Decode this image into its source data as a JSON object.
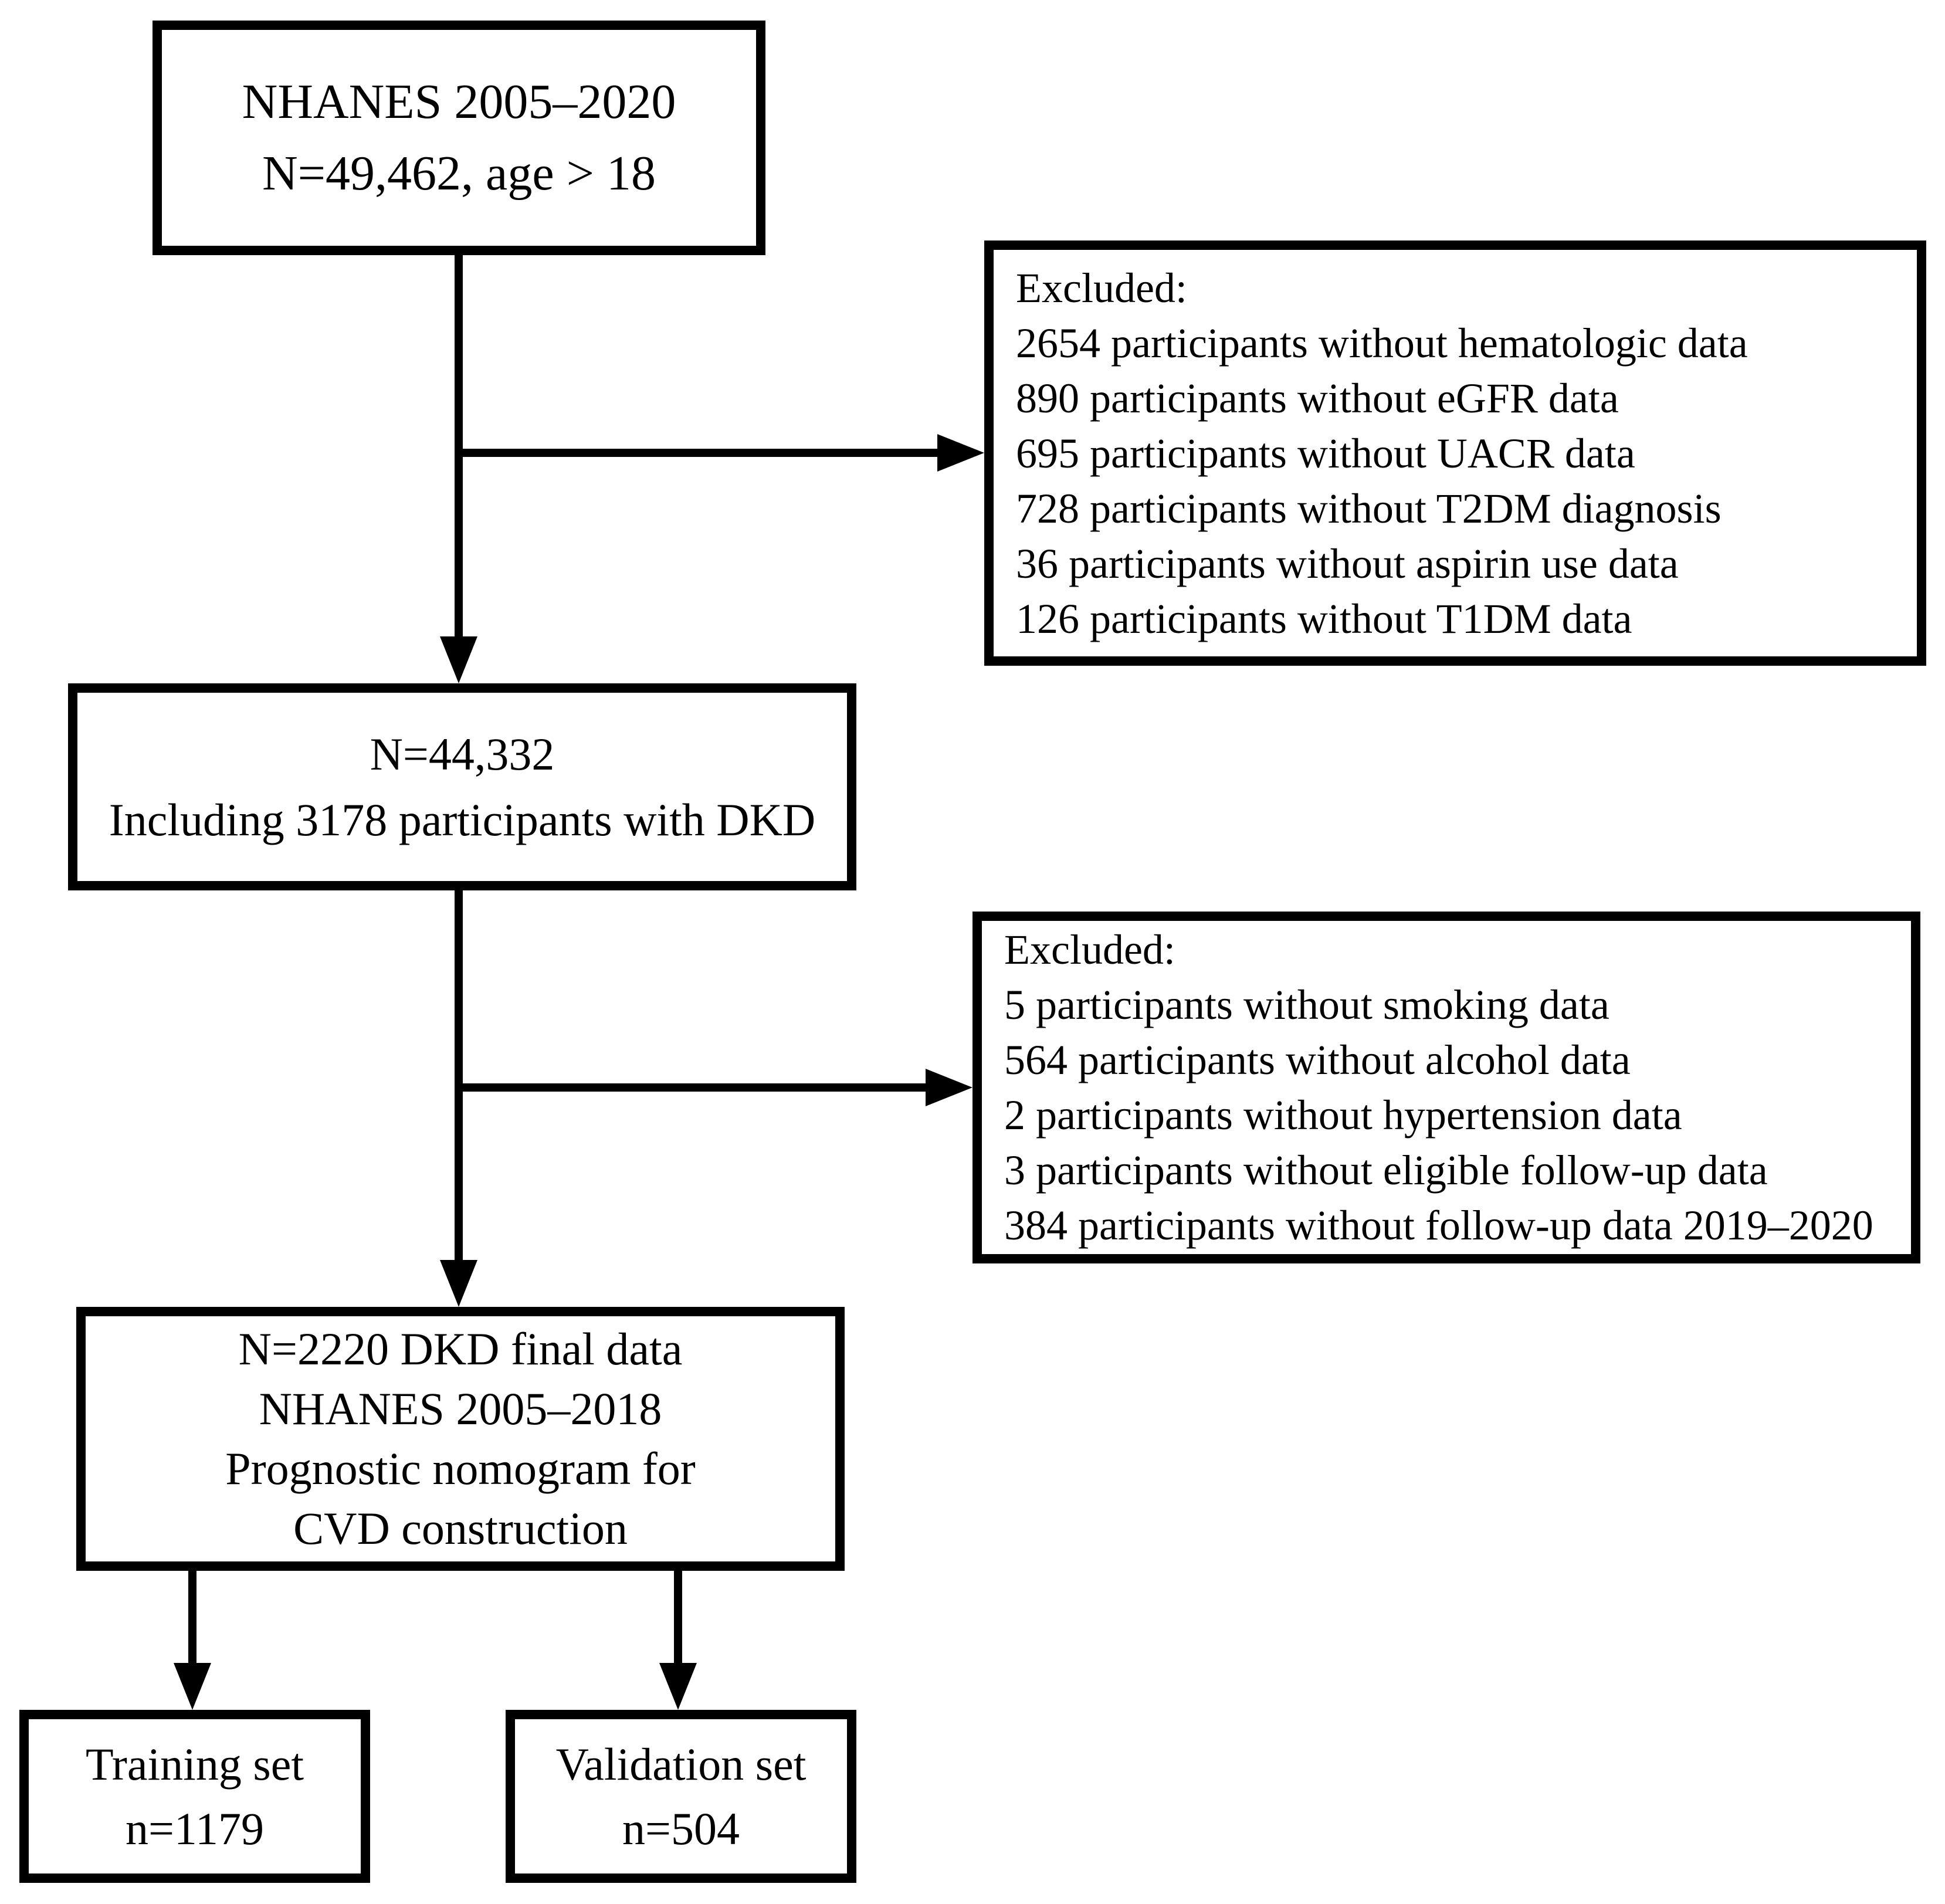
{
  "colors": {
    "background": "#ffffff",
    "line": "#000000",
    "text": "#000000"
  },
  "boxes": {
    "top": {
      "lines": [
        "NHANES 2005–2020",
        "N=49,462, age > 18"
      ]
    },
    "excluded1": {
      "title": "Excluded:",
      "items": [
        "2654 participants without hematologic data",
        "890 participants without eGFR data",
        "695 participants without UACR data",
        "728 participants without T2DM diagnosis",
        "36 participants without aspirin use data",
        "126 participants without T1DM data"
      ]
    },
    "cohort": {
      "lines": [
        "N=44,332",
        "Including 3178 participants with DKD"
      ]
    },
    "excluded2": {
      "title": "Excluded:",
      "items": [
        "5 participants without smoking data",
        "564 participants without alcohol data",
        "2 participants without hypertension data",
        "3 participants without eligible follow-up data",
        "384 participants without follow-up data 2019–2020"
      ]
    },
    "final": {
      "lines": [
        "N=2220 DKD final data",
        "NHANES 2005–2018",
        "Prognostic nomogram for",
        "CVD construction"
      ]
    },
    "training": {
      "lines": [
        "Training set",
        "n=1179"
      ]
    },
    "validation": {
      "lines": [
        "Validation set",
        "n=504"
      ]
    }
  }
}
